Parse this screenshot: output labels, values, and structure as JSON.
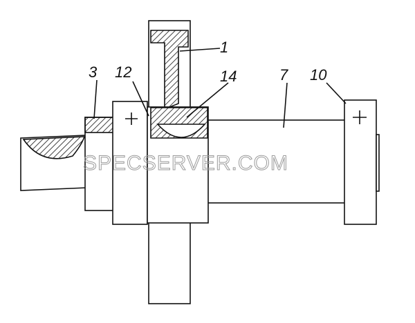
{
  "callouts": [
    {
      "id": "1",
      "text": "1"
    },
    {
      "id": "3",
      "text": "3"
    },
    {
      "id": "12",
      "text": "12"
    },
    {
      "id": "14",
      "text": "14"
    },
    {
      "id": "7",
      "text": "7"
    },
    {
      "id": "10",
      "text": "10"
    }
  ],
  "watermark": "SPECSERVER.COM",
  "colors": {
    "line": "#111111",
    "hatch": "#111111",
    "watermark": "#9a9a9a"
  }
}
